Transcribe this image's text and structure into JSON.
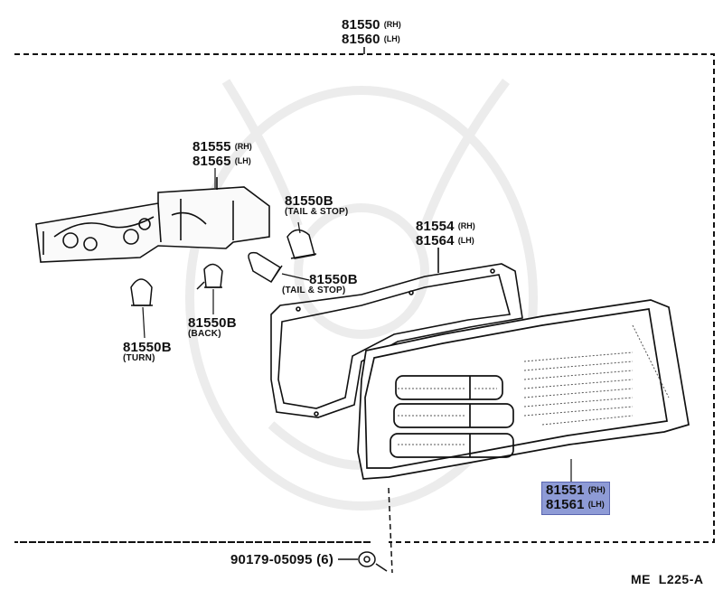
{
  "callouts": {
    "assembly": {
      "rh_part": "81550",
      "rh_side": "(RH)",
      "lh_part": "81560",
      "lh_side": "(LH)"
    },
    "socket": {
      "rh_part": "81555",
      "rh_side": "(RH)",
      "lh_part": "81565",
      "lh_side": "(LH)"
    },
    "bulb_tail_upper": {
      "part": "81550B",
      "note": "(TAIL & STOP)"
    },
    "bulb_tail_lower": {
      "part": "81550B",
      "note": "(TAIL & STOP)"
    },
    "bulb_back": {
      "part": "81550B",
      "note": "(BACK)"
    },
    "bulb_turn": {
      "part": "81550B",
      "note": "(TURN)"
    },
    "gasket": {
      "rh_part": "81554",
      "rh_side": "(RH)",
      "lh_part": "81564",
      "lh_side": "(LH)"
    },
    "lens": {
      "rh_part": "81551",
      "rh_side": "(RH)",
      "lh_part": "81561",
      "lh_side": "(LH)"
    },
    "nut": {
      "part": "90179-05095",
      "qty": "(6)"
    }
  },
  "diagram_code": "ME  L225-A",
  "highlight_color": "#8e9bd6"
}
